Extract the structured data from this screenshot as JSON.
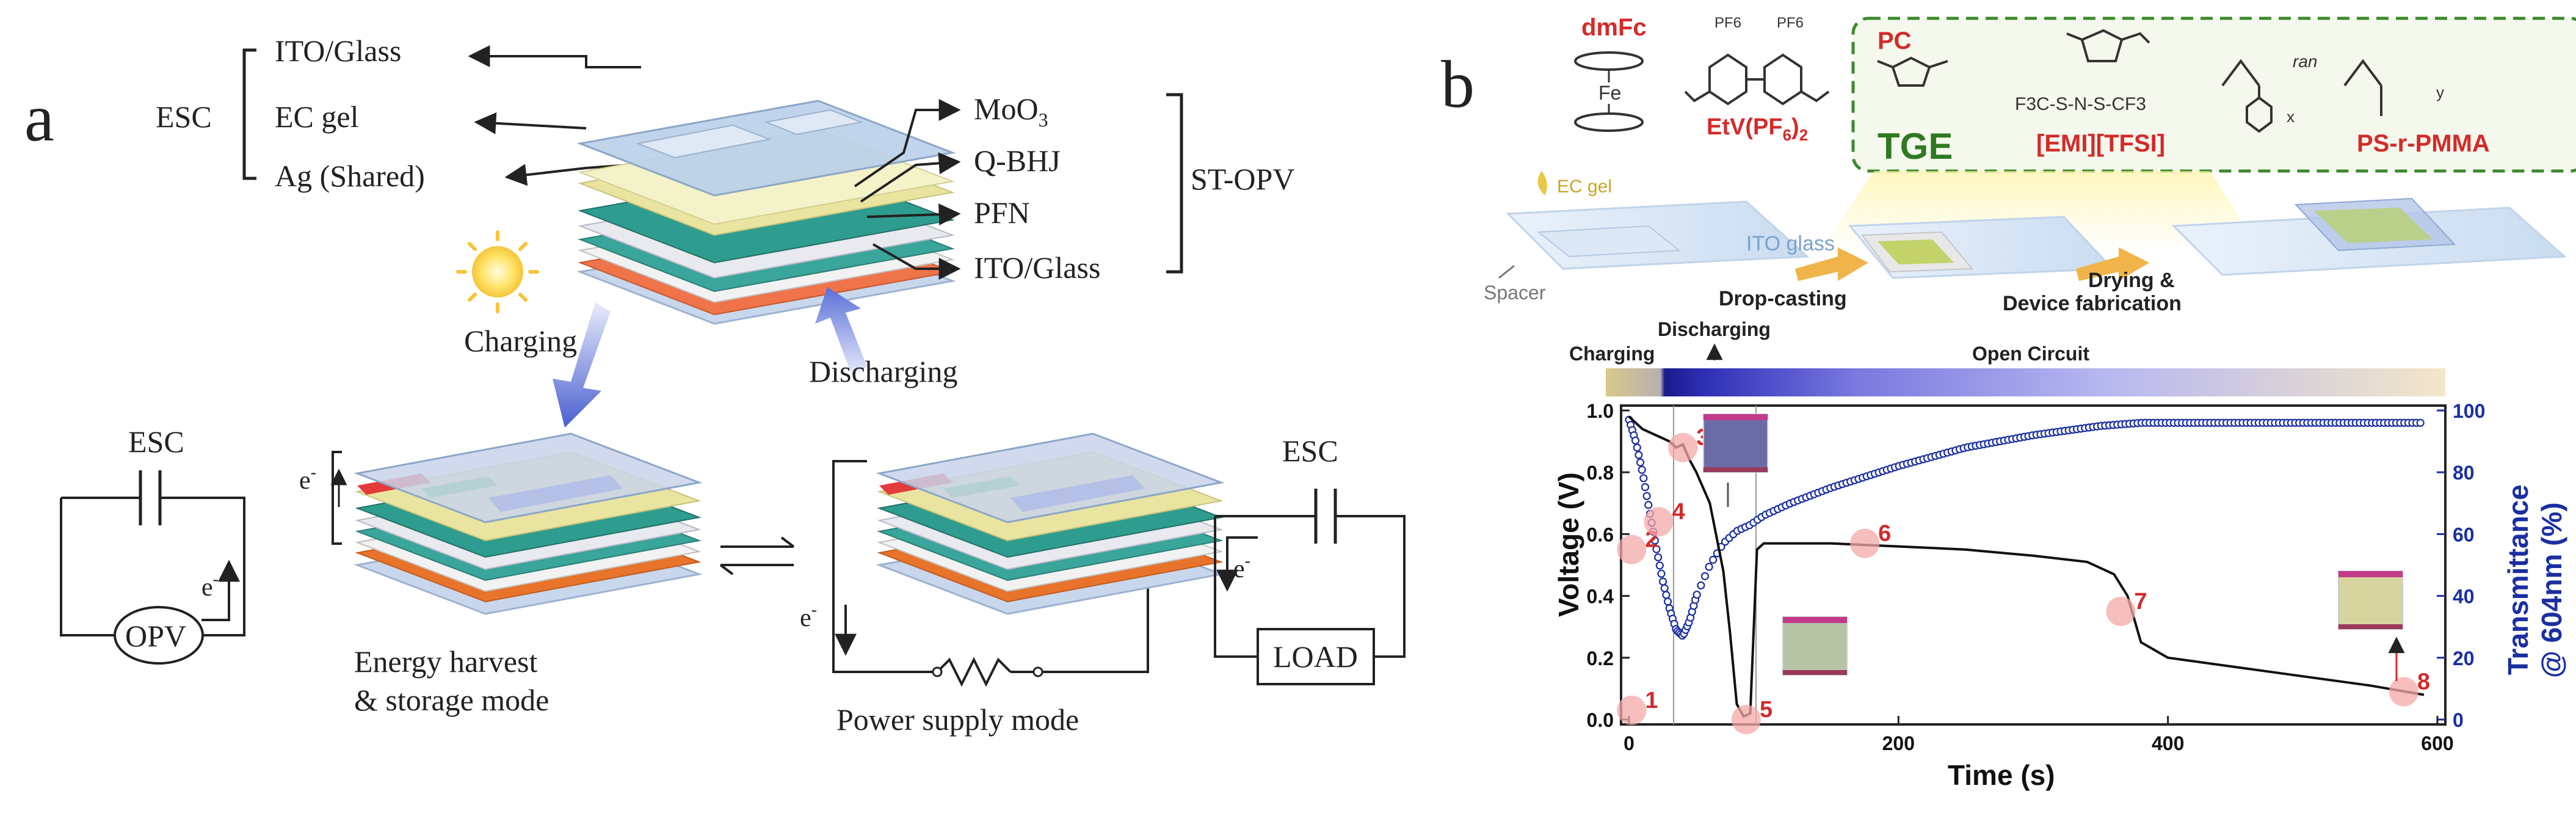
{
  "panel_a": {
    "label": "a",
    "esc_group_label": "ESC",
    "layers_top": [
      "ITO/Glass",
      "EC gel",
      "Ag (Shared)"
    ],
    "layers_right": [
      "MoO3",
      "Q-BHJ",
      "PFN",
      "ITO/Glass"
    ],
    "opv_group_label": "ST-OPV",
    "charging_label": "Charging",
    "discharging_label": "Discharging",
    "circuit_left": {
      "esc_label": "ESC",
      "opv_label": "OPV",
      "electron": "e",
      "electron_sup": "-"
    },
    "mode_left": [
      "Energy harvest",
      "& storage mode"
    ],
    "mode_right": "Power supply mode",
    "circuit_right": {
      "esc_label": "ESC",
      "load_label": "LOAD",
      "electron": "e",
      "electron_sup": "-"
    },
    "colors": {
      "glass": "#b9cfe9",
      "ec_gel": "#e9e4a0",
      "silver": "#d8d8d8",
      "moo3": "#e9e9f0",
      "qbhj": "#3aa59a",
      "pfn": "#e8732a",
      "ito": "#c8d7ec",
      "red_segment": "#e33a3a",
      "green_segment": "#43c24a",
      "blue_segment": "#3d55c8"
    }
  },
  "panel_b": {
    "label": "b",
    "chemicals": {
      "dmfc": "dmFc",
      "fe": "Fe",
      "etv": "EtV(PF6)2",
      "pf6_top": "PF6",
      "pc": "PC",
      "tge": "TGE",
      "emi_tfsi": "[EMI][TFSI]",
      "ps_pmma": "PS-r-PMMA",
      "ran": "ran",
      "sub_x": "x",
      "sub_y": "y",
      "f3c_s": "F3C-S-N-S-CF3"
    },
    "fabrication": {
      "ec_gel": "EC gel",
      "ito_glass": "ITO glass",
      "spacer": "Spacer",
      "drop_casting": "Drop-casting",
      "drying": [
        "Drying &",
        "Device fabrication"
      ]
    },
    "bar_labels": {
      "charging": "Charging",
      "discharging": "Discharging",
      "open_circuit": "Open Circuit"
    },
    "point_labels": [
      "1",
      "2",
      "3",
      "4",
      "5",
      "6",
      "7",
      "8"
    ],
    "colors": {
      "voltage_line": "#111111",
      "transmittance_marker": "#1a2fa0",
      "right_axis": "#1a2fa0",
      "point_circle": "#f4a8a8",
      "point_label": "#d42a2a",
      "tge_box": "#3c8a2e",
      "bar_start": "#d9c98a",
      "bar_dark": "#1a1a8c",
      "bar_end": "#f3e6c8"
    }
  },
  "chart_data": {
    "type": "line",
    "xlabel": "Time (s)",
    "ylabel": "Voltage (V)",
    "y2label": [
      "Transmittance",
      "@ 604nm (%)"
    ],
    "xlim": [
      0,
      600
    ],
    "ylim": [
      0,
      1.0
    ],
    "y2lim": [
      0,
      100
    ],
    "x_ticks": [
      0,
      200,
      400,
      600
    ],
    "y_ticks": [
      0.0,
      0.2,
      0.4,
      0.6,
      0.8,
      1.0
    ],
    "y2_ticks": [
      0,
      20,
      40,
      60,
      80,
      100
    ],
    "series": [
      {
        "axis": "left",
        "x": [
          0,
          5,
          10,
          20,
          30,
          35,
          40,
          45,
          50,
          60,
          70,
          75,
          80,
          85,
          90,
          95,
          100,
          110,
          150,
          200,
          250,
          300,
          340,
          360,
          370,
          380,
          400,
          450,
          500,
          550,
          590
        ],
        "y": [
          0.98,
          0.96,
          0.94,
          0.92,
          0.9,
          0.88,
          0.89,
          0.84,
          0.8,
          0.7,
          0.48,
          0.28,
          0.05,
          0.01,
          0.02,
          0.55,
          0.57,
          0.57,
          0.57,
          0.56,
          0.55,
          0.53,
          0.51,
          0.47,
          0.4,
          0.25,
          0.2,
          0.17,
          0.14,
          0.11,
          0.08
        ]
      },
      {
        "axis": "right",
        "x": [
          0,
          5,
          10,
          15,
          20,
          25,
          30,
          35,
          40,
          45,
          50,
          60,
          70,
          80,
          90,
          100,
          120,
          150,
          200,
          250,
          300,
          350,
          380,
          400,
          450,
          500,
          550,
          590
        ],
        "y": [
          97,
          90,
          80,
          68,
          56,
          45,
          36,
          29,
          27,
          32,
          40,
          50,
          57,
          61,
          63,
          66,
          70,
          75,
          82,
          88,
          92,
          95,
          96,
          96,
          96,
          96,
          96,
          96
        ]
      }
    ],
    "points": [
      {
        "label": "1",
        "x": 2,
        "y": 0.03
      },
      {
        "label": "2",
        "x": 2,
        "y": 0.55
      },
      {
        "label": "3",
        "x": 40,
        "y": 0.88
      },
      {
        "label": "4",
        "x": 22,
        "y": 0.64
      },
      {
        "label": "5",
        "x": 87,
        "y": 0.0
      },
      {
        "label": "6",
        "x": 175,
        "y": 0.57
      },
      {
        "label": "7",
        "x": 365,
        "y": 0.35
      },
      {
        "label": "8",
        "x": 575,
        "y": 0.09
      }
    ]
  }
}
